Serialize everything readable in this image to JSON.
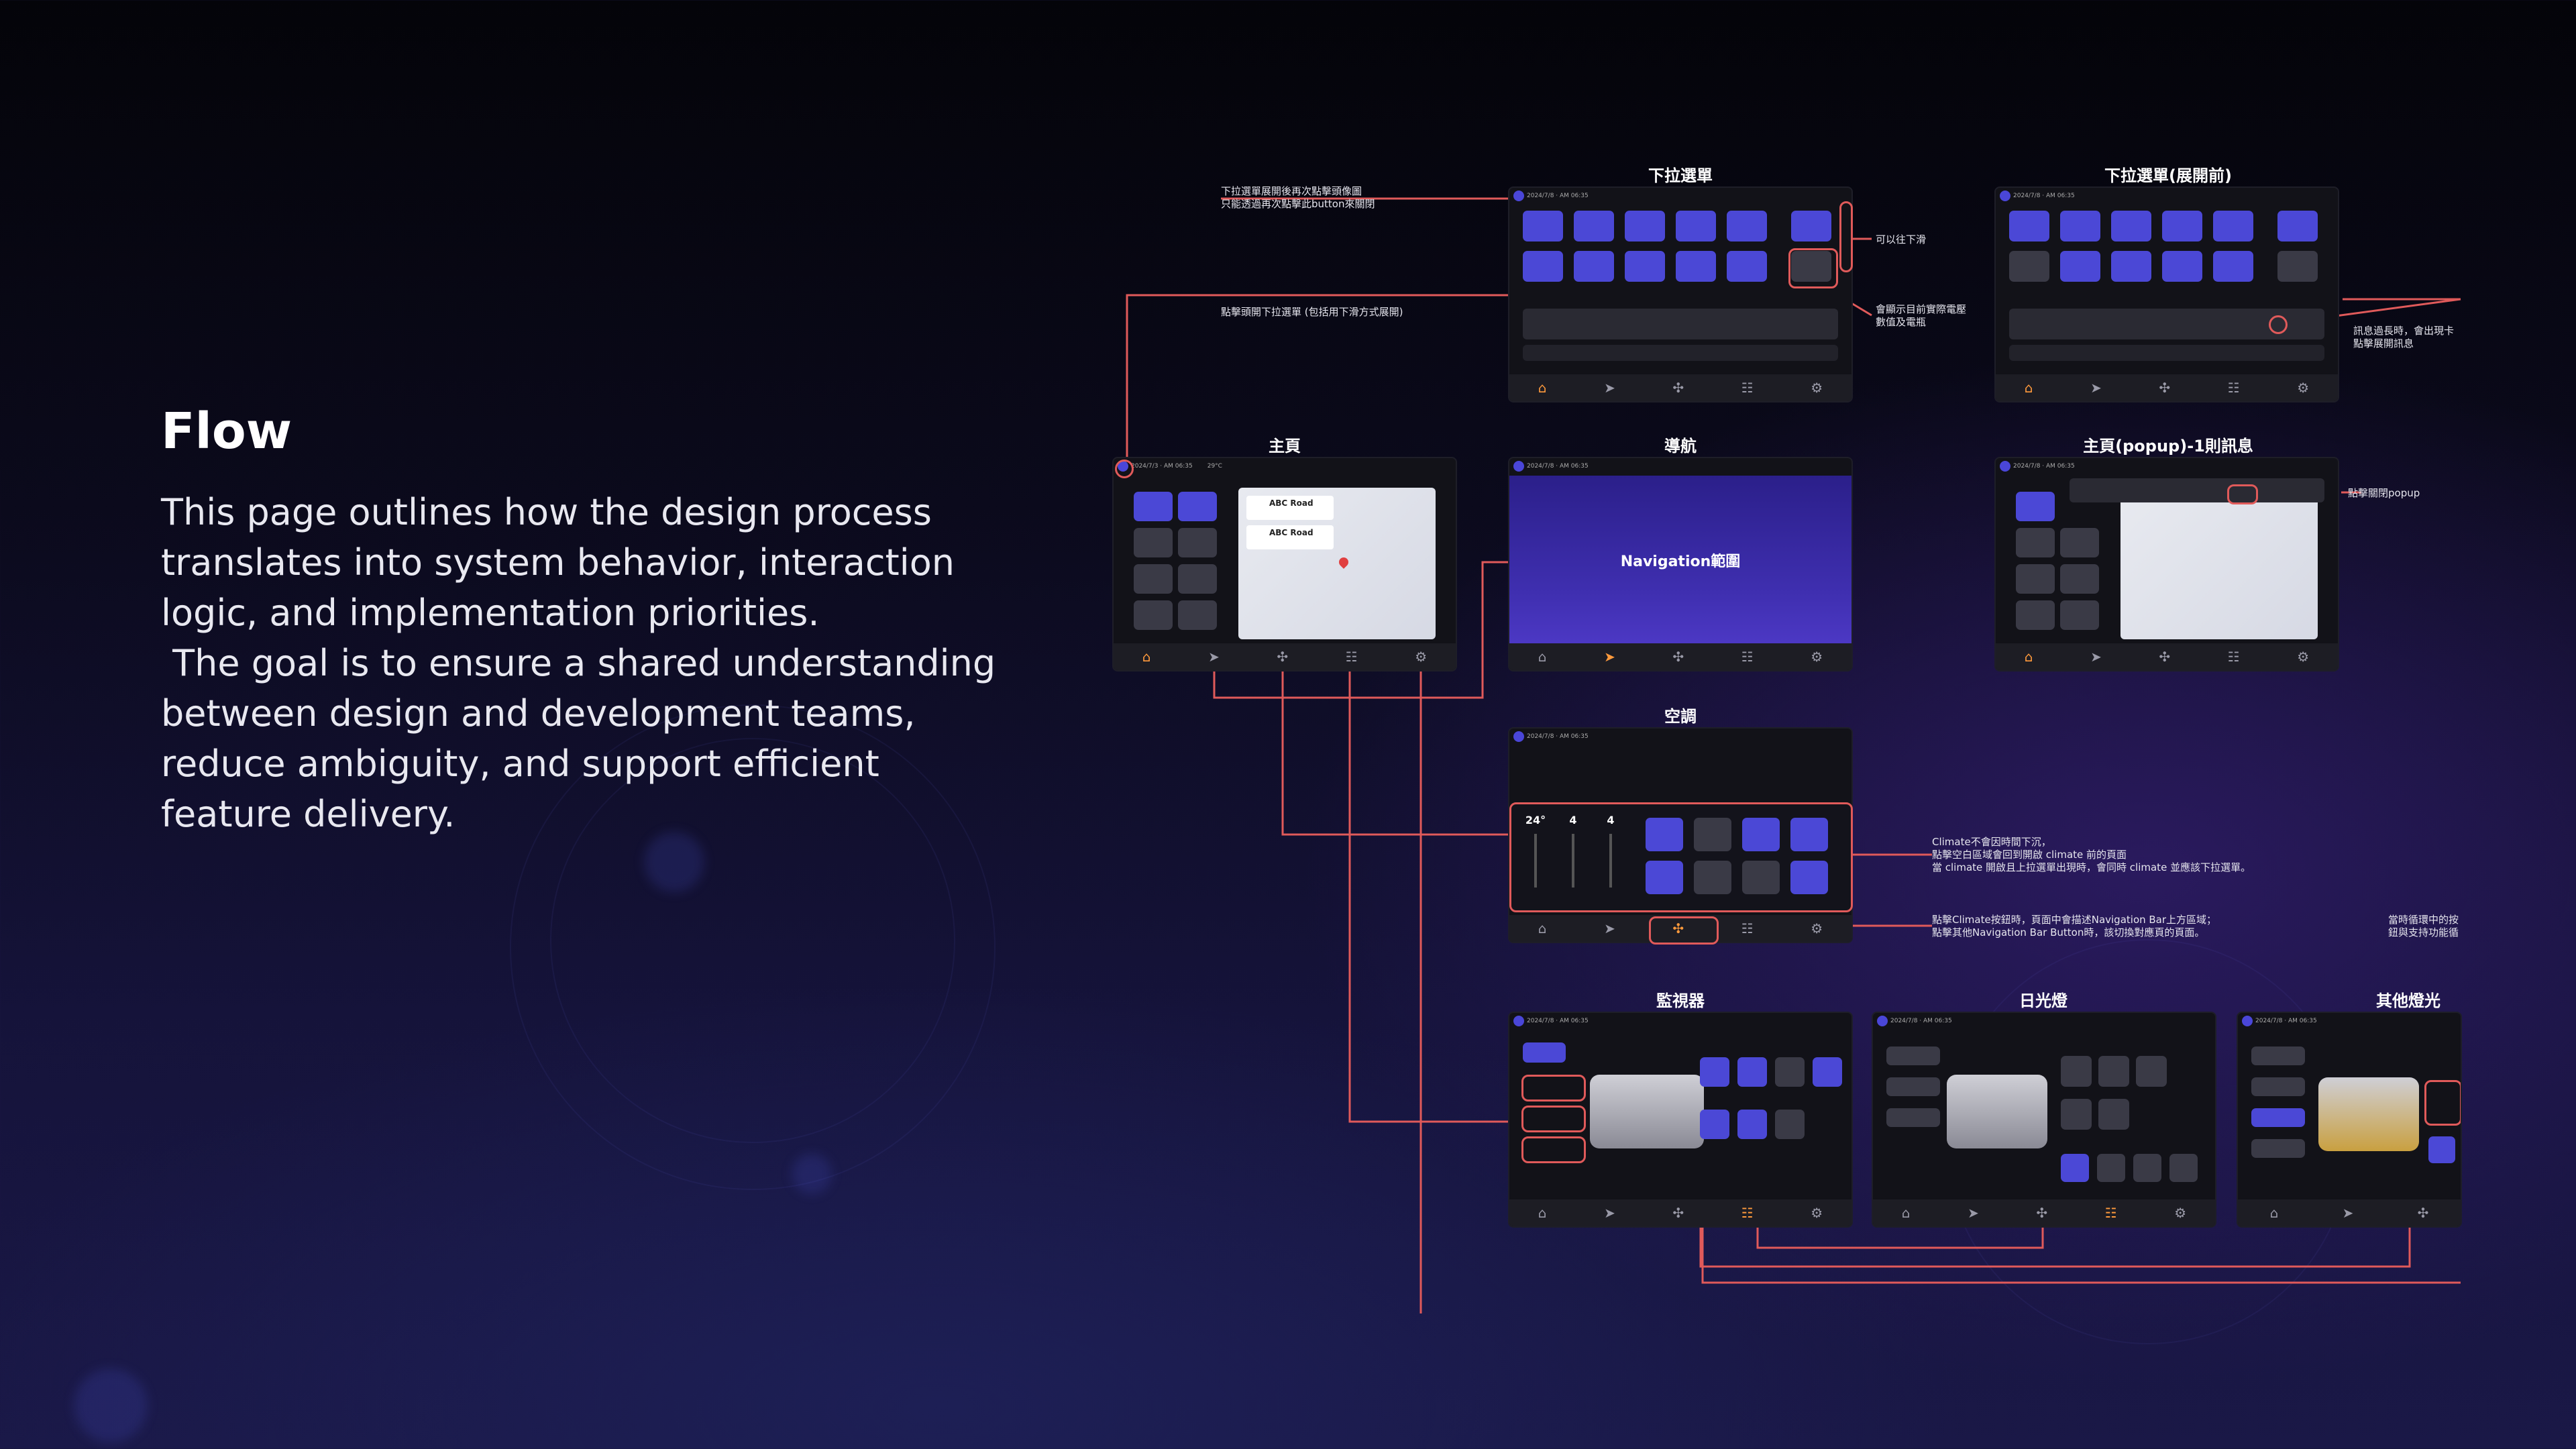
{
  "intro": {
    "title": "Flow",
    "body": "This page outlines how the design process translates into system behavior, interaction logic, and implementation priorities.\n The goal is to ensure a shared understanding between design and development teams, reduce ambiguity, and support efficient feature delivery."
  },
  "screens": {
    "main": {
      "title": "主頁",
      "card1": "ABC Road",
      "card2": "ABC Road"
    },
    "dropdown": {
      "title": "下拉選單"
    },
    "dropdown_before": {
      "title": "下拉選單(展開前)"
    },
    "navigation": {
      "title": "導航",
      "center": "Navigation範圍"
    },
    "main_popup": {
      "title": "主頁(popup)-1則訊息"
    },
    "climate": {
      "title": "空調",
      "temps": [
        "24°",
        "4",
        "4"
      ]
    },
    "monitor": {
      "title": "監視器"
    },
    "daylight": {
      "title": "日光燈"
    },
    "other_lights": {
      "title": "其他燈光"
    }
  },
  "annotations": {
    "a1": "下拉選單展開後再次點擊頭像圖\n只能透過再次點擊此button來關閉",
    "a2": "點擊頭開下拉選單 (包括用下滑方式展開)",
    "a3": "可以往下滑",
    "a4": "會顯示目前實際電壓\n數值及電瓶",
    "a5": "訊息過長時，會出現卡\n點擊展開訊息",
    "a6": "點擊關閉popup",
    "a7": "Climate不會因時間下沉，\n點擊空白區域會回到開啟 climate 前的頁面\n當 climate 開啟且上拉選單出現時，會同時 climate 並應該下拉選單。",
    "a8": "點擊Climate按鈕時，頁面中會描述Navigation Bar上方區域；\n點擊其他Navigation Bar Button時，該切換對應頁的頁面。",
    "a9": "當時循環中的按\n鈕與支持功能循"
  },
  "colors": {
    "accent": "#4b48d6",
    "connector": "#e05a5a",
    "active_nav": "#ff9a3c"
  },
  "icons": [
    "home-icon",
    "navigate-icon",
    "fan-icon",
    "sliders-icon",
    "settings-icon"
  ]
}
